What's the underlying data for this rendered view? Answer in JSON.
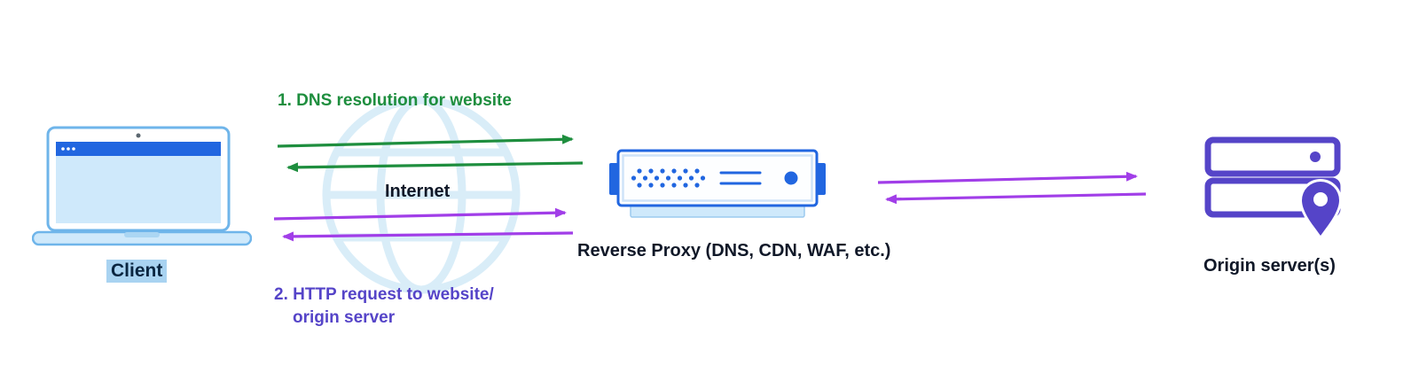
{
  "colors": {
    "green": "#1e8e3e",
    "purple_arrow": "#a13ee8",
    "purple_dark": "#5544c8",
    "blue": "#2166e0",
    "blue_mid": "#6fb5ea",
    "blue_light": "#cfe9fb",
    "globe": "#d9edf8",
    "highlight": "#a9d3f1",
    "text_dark": "#101828"
  },
  "nodes": {
    "client": {
      "label": "Client"
    },
    "internet": {
      "label": "Internet"
    },
    "proxy": {
      "label": "Reverse Proxy (DNS, CDN, WAF, etc.)"
    },
    "origin": {
      "label": "Origin server(s)"
    }
  },
  "steps": {
    "dns": {
      "label": "1. DNS resolution for website"
    },
    "http": {
      "line1": "2. HTTP request to website/",
      "line2": "origin server"
    }
  }
}
